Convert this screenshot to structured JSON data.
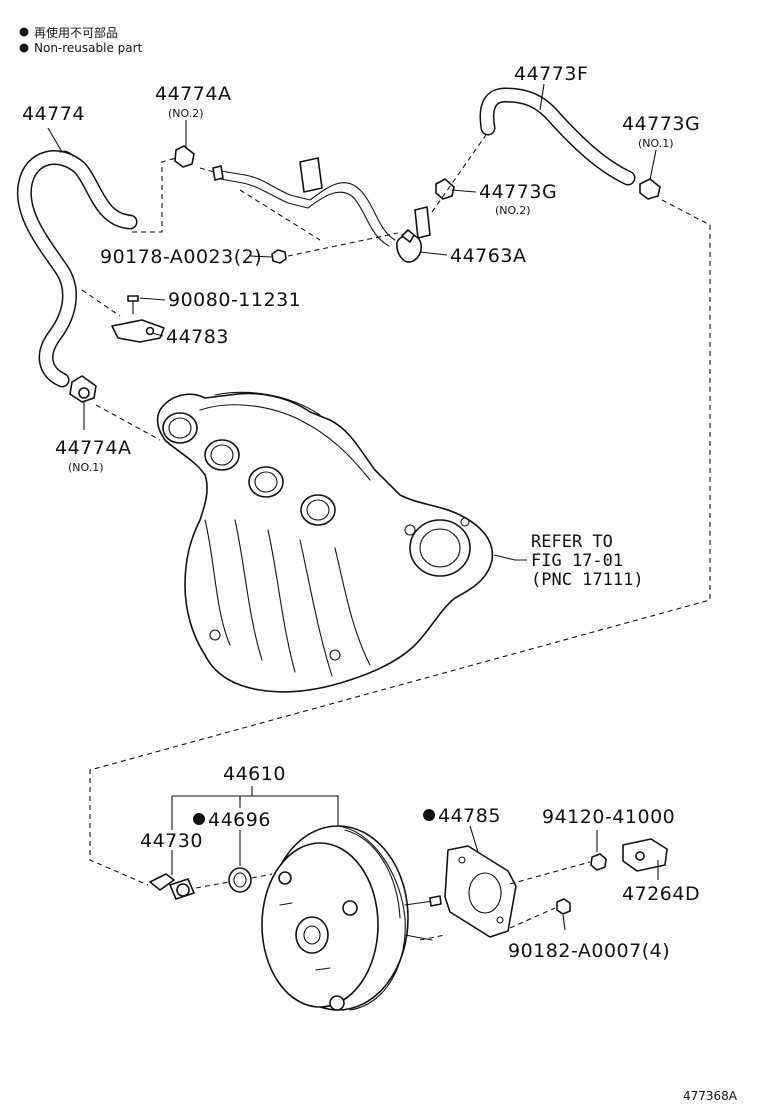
{
  "legend": {
    "jp": "再使用不可部品",
    "en": "Non-reusable part"
  },
  "labels": {
    "p44774": "44774",
    "p44774A_top": "44774A",
    "p44774A_top_sub": "(NO.2)",
    "p44773F": "44773F",
    "p44773G_right": "44773G",
    "p44773G_right_sub": "(NO.1)",
    "p44773G_mid": "44773G",
    "p44773G_mid_sub": "(NO.2)",
    "p90178": "90178-A0023(2)",
    "p44763A": "44763A",
    "p90080": "90080-11231",
    "p44783": "44783",
    "p44774A_bot": "44774A",
    "p44774A_bot_sub": "(NO.1)",
    "ref_line1": "REFER TO",
    "ref_line2": "FIG 17-01",
    "ref_line3": "(PNC 17111)",
    "p44610": "44610",
    "p44696": "44696",
    "p44730": "44730",
    "p44785": "44785",
    "p94120": "94120-41000",
    "p47264D": "47264D",
    "p90182": "90182-A0007(4)"
  },
  "illustration_id": "477368A"
}
